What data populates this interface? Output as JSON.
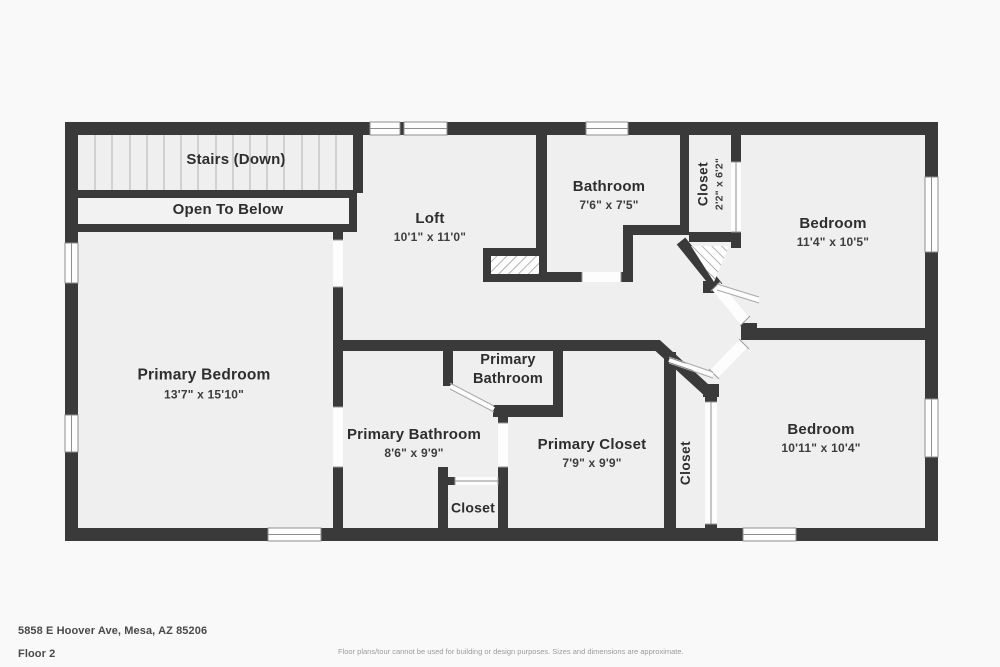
{
  "colors": {
    "wall": "#3a3a3a",
    "floor": "#efefef",
    "page": "#f9f9f9"
  },
  "rooms": {
    "stairs": {
      "name": "Stairs (Down)"
    },
    "open_below": {
      "name": "Open To Below"
    },
    "loft": {
      "name": "Loft",
      "dims": "10'1\" x 11'0\""
    },
    "bathroom": {
      "name": "Bathroom",
      "dims": "7'6\" x 7'5\""
    },
    "closet_top": {
      "name": "Closet",
      "dims": "2'2\" x 6'2\""
    },
    "bedroom_top": {
      "name": "Bedroom",
      "dims": "11'4\" x 10'5\""
    },
    "primary_bedroom": {
      "name": "Primary Bedroom",
      "dims": "13'7\" x 15'10\""
    },
    "wc": {
      "name": "Primary Bathroom"
    },
    "primary_bathroom": {
      "name": "Primary Bathroom",
      "dims": "8'6\" x 9'9\""
    },
    "primary_closet": {
      "name": "Primary Closet",
      "dims": "7'9\" x 9'9\""
    },
    "closet_right": {
      "name": "Closet"
    },
    "closet_bottom": {
      "name": "Closet"
    },
    "bedroom_bottom": {
      "name": "Bedroom",
      "dims": "10'11\" x 10'4\""
    }
  },
  "footer": {
    "address": "5858 E Hoover Ave, Mesa, AZ 85206",
    "floor": "Floor 2",
    "disclaimer": "Floor plans/tour cannot be used for building or design purposes. Sizes and dimensions are approximate."
  }
}
